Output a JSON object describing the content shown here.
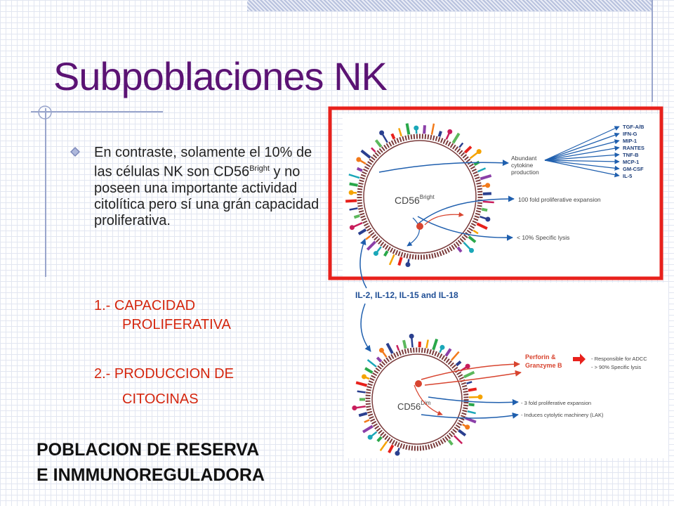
{
  "slide": {
    "title": "Subpoblaciones NK",
    "bullet": {
      "text_before": "En contraste, solamente el 10% de las células NK son CD56",
      "superscript": "Bright",
      "text_after": " y no poseen una importante actividad citolítica pero sí una grán capacidad proliferativa."
    },
    "item1_line1": "1.- CAPACIDAD",
    "item1_line2": "PROLIFERATIVA",
    "item2_line1": "2.- PRODUCCION DE",
    "item2_line2": "CITOCINAS",
    "footer_line1": "POBLACION DE RESERVA",
    "footer_line2": "E INMMUNOREGULADORA"
  },
  "figure": {
    "top_cell": {
      "label": "CD56",
      "superscript": "Bright",
      "arrow1": "Abundant cytokine production",
      "arrow1_lines": [
        "Abundant",
        "cytokine",
        "production"
      ],
      "arrow2": "100 fold proliferative expansion",
      "arrow3": "< 10% Specific lysis",
      "cytokines": [
        "TGF-A/B",
        "IFN-G",
        "MIP-1",
        "RANTES",
        "TNF-B",
        "MCP-1",
        "GM-CSF",
        "IL-5"
      ]
    },
    "interleukins": "IL-2, IL-12, IL-15 and IL-18",
    "bottom_cell": {
      "label": "CD56",
      "superscript": "Dim",
      "perforin_line1": "Perforin &",
      "perforin_line2": "Granzyme B",
      "effect1": "- Responsible for ADCC",
      "effect2": "- > 90% Specific lysis",
      "effect3": "- 3 fold proliferative expansion",
      "effect4": "- Induces cytolytic machinery (LAK)"
    },
    "colors": {
      "highlight": "#e8211c",
      "title": "#5b1374",
      "arrow_blue": "#1f5fae",
      "arrow_red": "#d8442f",
      "membrane": "#7a3b3b"
    }
  }
}
